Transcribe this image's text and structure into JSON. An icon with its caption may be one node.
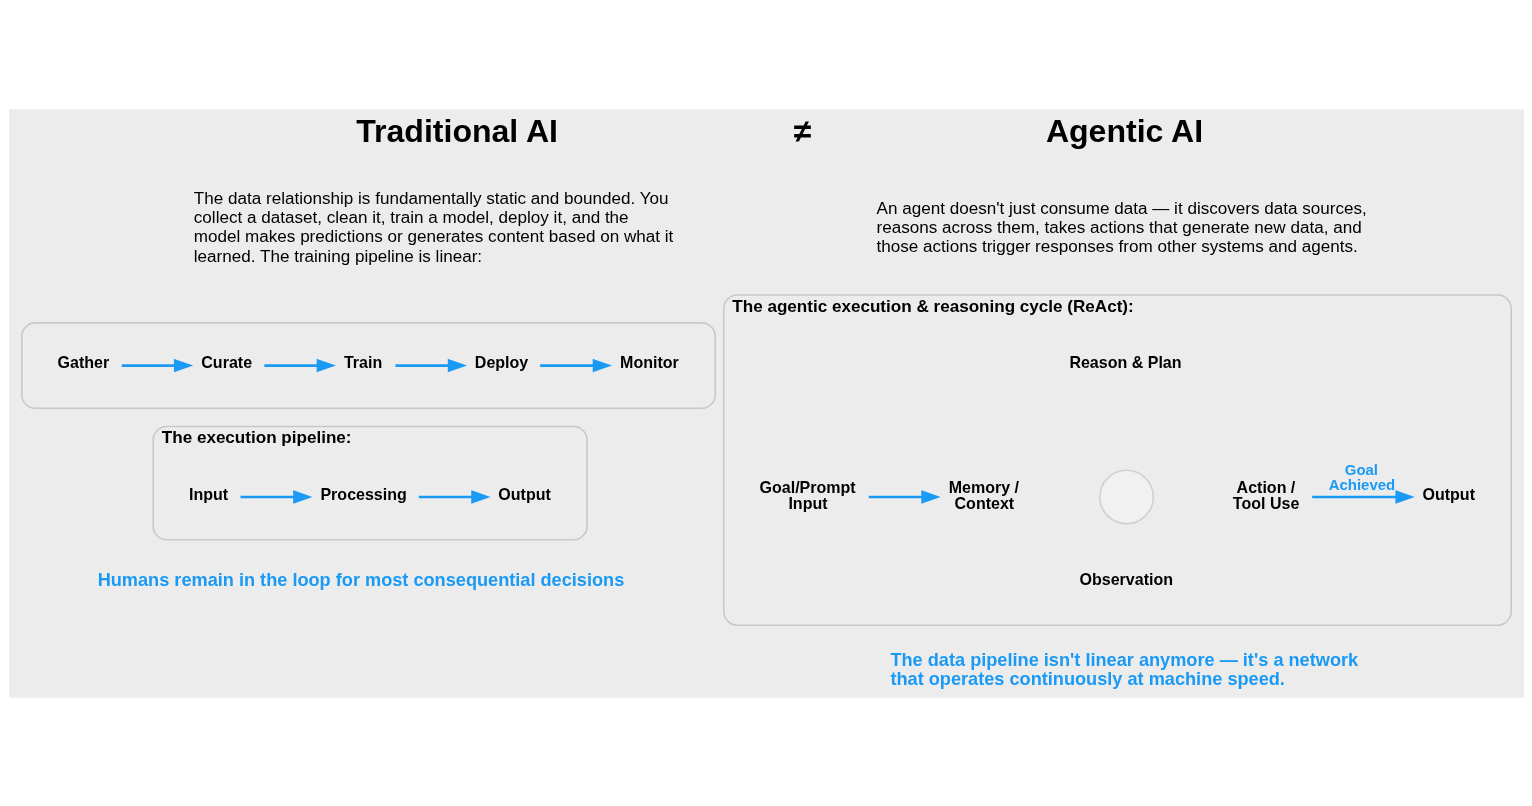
{
  "diagram": {
    "nodes": [
      {
        "text": [],
        "shape": "box"
      },
      {
        "text": [
          "Gather"
        ],
        "in": 0
      },
      {
        "text": [
          "Curate"
        ],
        "in": 0
      },
      {
        "text": [
          "Train"
        ],
        "in": 0
      },
      {
        "text": [
          "Deploy"
        ],
        "in": 0
      },
      {
        "text": [
          "Monitor"
        ],
        "in": 0
      },
      {
        "text": [
          "The execution pipeline:"
        ]
      },
      {
        "text": [
          "Input"
        ],
        "in": 6
      },
      {
        "text": [
          "Processing"
        ],
        "in": 6
      },
      {
        "text": [
          "Output"
        ],
        "in": 6
      },
      {
        "text": [
          "The agentic execution & reasoning cycle (ReAct):"
        ]
      },
      {
        "text": [
          "Goal/Prompt Input"
        ],
        "in": 10
      },
      {
        "text": [
          "Reason & Plan"
        ],
        "in": 10
      },
      {
        "text": [
          "Memory / Context"
        ],
        "in": 10
      },
      {
        "text": [],
        "shape": "circle",
        "in": 10
      },
      {
        "text": [
          "Action / Tool Use"
        ],
        "in": 10
      },
      {
        "text": [
          "Observation"
        ],
        "in": 10
      },
      {
        "text": [
          "Output"
        ],
        "in": 10
      }
    ],
    "edges": [
      {
        "from": 1,
        "to": 2,
        "arrow": "to"
      },
      {
        "from": 2,
        "to": 3,
        "arrow": "to"
      },
      {
        "from": 3,
        "to": 4,
        "arrow": "to"
      },
      {
        "from": 4,
        "to": 5,
        "arrow": "to"
      },
      {
        "from": 7,
        "to": 8,
        "arrow": "to"
      },
      {
        "from": 8,
        "to": 9,
        "arrow": "to"
      },
      {
        "from": 11,
        "to": 13,
        "arrow": "to"
      },
      {
        "from": 15,
        "to": 17,
        "arrow": "to",
        "label": "Goal Achieved"
      }
    ],
    "labels": [
      "Traditional AI",
      "≠",
      "Agentic AI",
      "The data relationship is fundamentally static and bounded. You collect a dataset, clean it, train a model, deploy it, and the model makes predictions or generates content based on what it learned. The training pipeline is linear:",
      "An agent doesn't just consume data — it discovers data sources, reasons across them, takes actions that generate new data, and those actions trigger responses from other systems and agents.",
      "Humans remain in the loop for most consequential decisions",
      "The data pipeline isn't linear anymore — it's a network that operates continuously at machine speed."
    ]
  }
}
